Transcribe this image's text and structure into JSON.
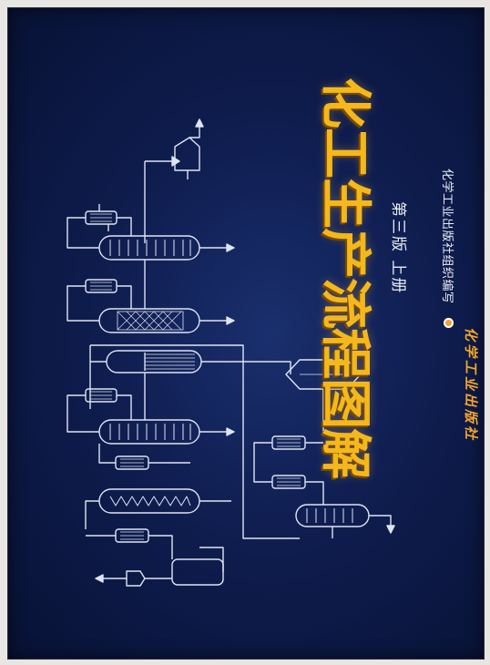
{
  "book": {
    "title": "化工生产流程图解",
    "edition": "第三版  上册",
    "organizer": "化学工业出版社组织编写",
    "publisher": "化学工业出版社"
  },
  "colors": {
    "background": "#0f1d4f",
    "title": "#f4b81c",
    "publisher": "#f2a52a",
    "diagram_lines": "#dfe4f2"
  },
  "icons": {
    "publisher_logo": "round-publisher-logo"
  }
}
